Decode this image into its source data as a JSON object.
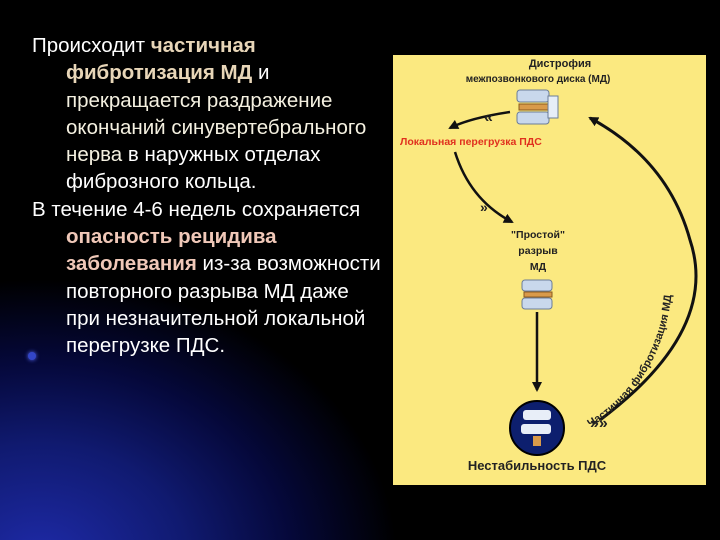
{
  "text": {
    "p1_part1": "Происходит ",
    "p1_hl1": "частичная фибротизация МД",
    "p1_part2": " и ",
    "p1_hl2": "прекращается раздражение окончаний синувертебрального нерва",
    "p1_part3": " в наружных отделах фиброзного кольца.",
    "p2_part1": "В течение 4-6 недель сохраняется ",
    "p2_hl1": "опасность рецидива заболевания",
    "p2_part2": " из-за возможности повторного разрыва МД даже при незначительной локальной перегрузке ПДС."
  },
  "diagram": {
    "title_line1": "Дистрофия",
    "title_line2": "межпозвонкового диска (МД)",
    "overload_label": "Локальная перегрузка ПДС",
    "rupture_line1": "\"Простой\"",
    "rupture_line2": "разрыв",
    "rupture_line3": "МД",
    "instability_label": "Нестабильность ПДС",
    "arc_label": "Частичная фибротизация МД",
    "colors": {
      "panel": "#fbe980",
      "red_text": "#e0301e",
      "dark_text": "#222222",
      "circle": "#0d1f6e"
    },
    "icons": [
      "vertebra-icon",
      "vertebra-icon",
      "vertebra-icon"
    ]
  }
}
